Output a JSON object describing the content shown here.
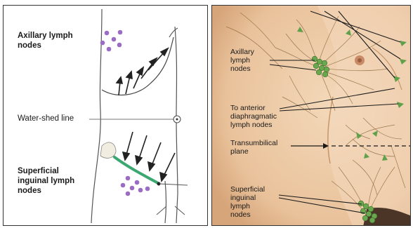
{
  "left": {
    "axillary": "Axillary lymph\nnodes",
    "watershed": "Water-shed line",
    "inguinal": "Superficial\ninguinal lymph\nnodes"
  },
  "right": {
    "axillary": "Axillary\nlymph\nnodes",
    "diaphragmatic": "To anterior\ndiaphragmatic\nlymph nodes",
    "transumbilical": "Transumbilical\nplane",
    "inguinal": "Superficial\ninguinal\nlymph\nnodes"
  },
  "colors": {
    "node_purple": "#9b6cc4",
    "arrow_green": "#5fa04a",
    "skin": "#f1d3b3",
    "vessel": "#8c6a3e"
  }
}
